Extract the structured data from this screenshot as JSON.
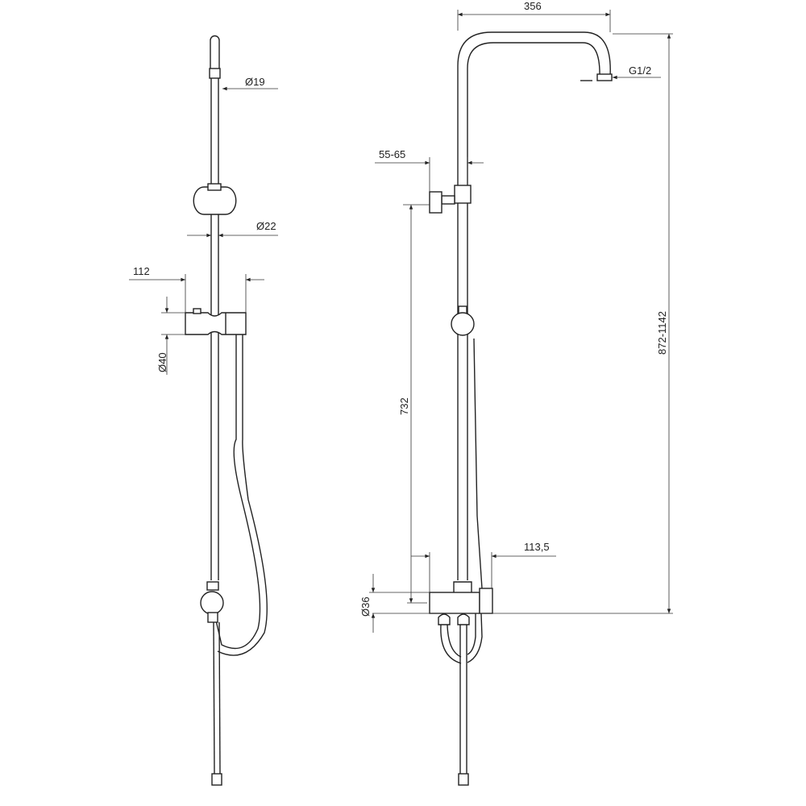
{
  "title": "Shower column technical drawing",
  "left_view": {
    "dim_rail_top_diameter": "Ø19",
    "dim_rail_diameter": "Ø22",
    "dim_slider_width": "112",
    "dim_slider_diameter": "Ø40"
  },
  "right_view": {
    "dim_arm_length": "356",
    "dim_head_thread": "G1/2",
    "dim_diverter_offset": "55-65",
    "dim_diverter_height": "732",
    "dim_total_height": "872-1142",
    "dim_mixer_width": "113,5",
    "dim_mixer_diameter": "Ø36"
  }
}
